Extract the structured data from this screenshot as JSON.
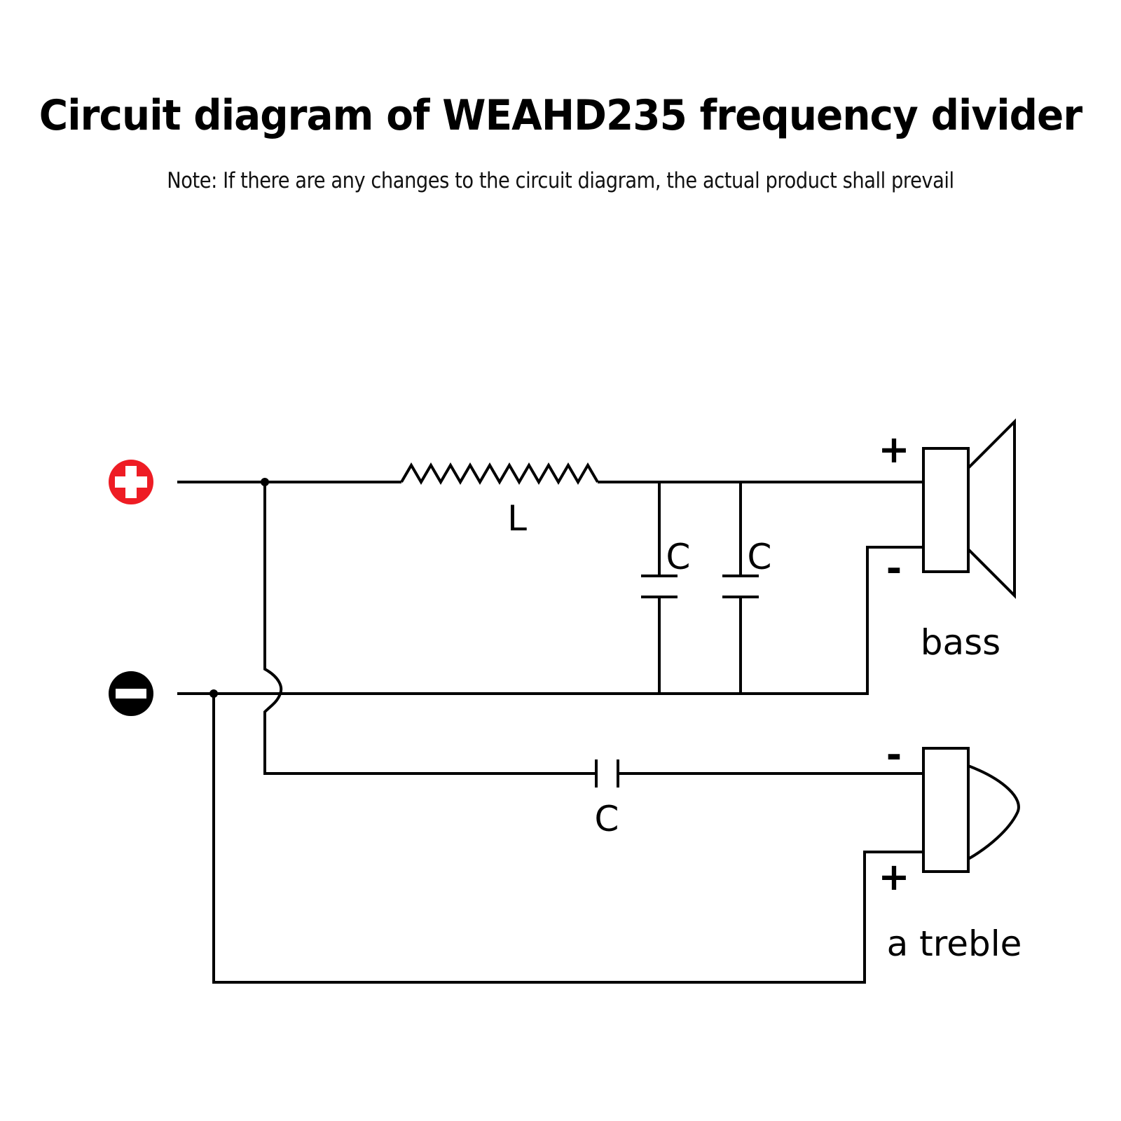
{
  "header": {
    "title": "Circuit diagram of WEAHD235 frequency divider",
    "note": "Note: If there are any changes to the circuit diagram, the actual product shall prevail"
  },
  "terminals": {
    "positive": {
      "icon": "plus-circle-icon",
      "color": "#ee1c24"
    },
    "negative": {
      "icon": "minus-circle-icon",
      "color": "#000000"
    }
  },
  "components": {
    "inductor": {
      "label": "L"
    },
    "bass_cap_1": {
      "label": "C"
    },
    "bass_cap_2": {
      "label": "C"
    },
    "treble_cap": {
      "label": "C"
    }
  },
  "speakers": {
    "bass": {
      "label": "bass",
      "plus_sign": "+",
      "minus_sign": "-"
    },
    "treble": {
      "label": "a treble",
      "plus_sign": "+",
      "minus_sign": "-"
    }
  },
  "colors": {
    "wire": "#000000",
    "positive_terminal": "#ee1c24",
    "negative_terminal": "#000000",
    "background": "#ffffff"
  }
}
